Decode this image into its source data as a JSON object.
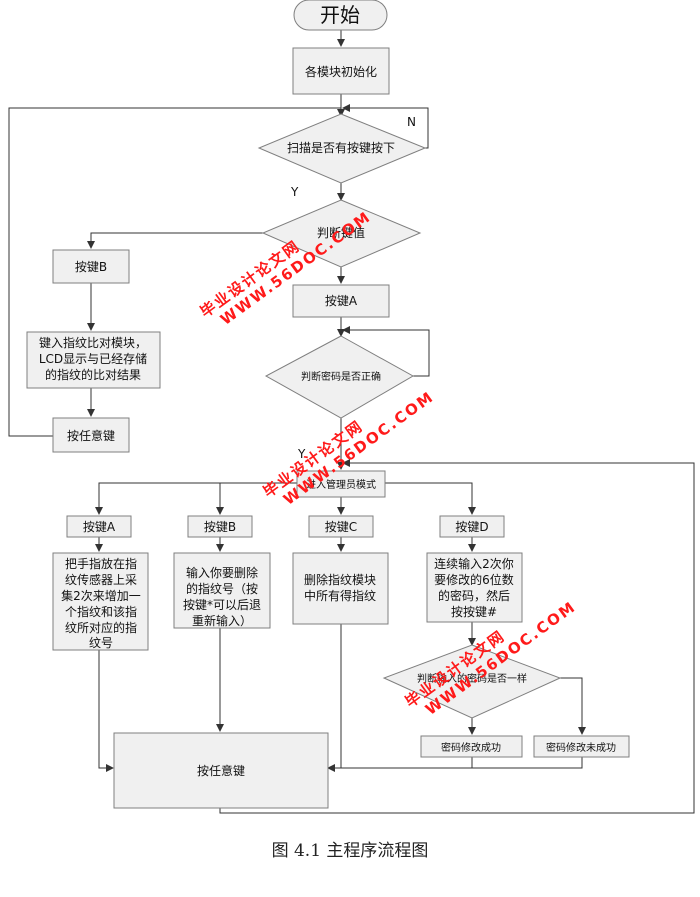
{
  "nodes": {
    "start": "开始",
    "init": "各模块初始化",
    "scan": "扫描是否有按键按下",
    "judge_key": "判断键值",
    "key_b_top": "按键B",
    "key_a_top": "按键A",
    "fp_compare_l1": "键入指纹比对模块，",
    "fp_compare_l2": "LCD显示与已经存储",
    "fp_compare_l3": "的指纹的比对结果",
    "check_pwd": "判断密码是否正确",
    "any_key_left": "按任意键",
    "admin_mode": "进入管理员模式",
    "key_a": "按键A",
    "key_b": "按键B",
    "key_c": "按键C",
    "key_d": "按键D",
    "add_fp_l1": "把手指放在指",
    "add_fp_l2": "纹传感器上采",
    "add_fp_l3": "集2次来增加一",
    "add_fp_l4": "个指纹和该指",
    "add_fp_l5": "纹所对应的指",
    "add_fp_l6": "纹号",
    "del_fp_l1": "输入你要删除",
    "del_fp_l2": "的指纹号（按",
    "del_fp_l3": "按键*可以后退",
    "del_fp_l4": "重新输入）",
    "del_all_l1": "删除指纹模块",
    "del_all_l2": "中所有得指纹",
    "new_pwd_l1": "连续输入2次你",
    "new_pwd_l2": "要修改的6位数",
    "new_pwd_l3": "的密码，然后",
    "new_pwd_l4": "按按键#",
    "same_pwd": "判断输入的密码是否一样",
    "pwd_ok": "密码修改成功",
    "pwd_fail": "密码修改未成功",
    "any_key_bottom": "按任意键"
  },
  "edge_labels": {
    "n": "N",
    "y1": "Y",
    "y2": "Y"
  },
  "watermarks": [
    {
      "line1": "毕业设计论文网",
      "line2": "WWW.56DOC.COM"
    },
    {
      "line1": "毕业设计论文网",
      "line2": "WWW.56DOC.COM"
    },
    {
      "line1": "毕业设计论文网",
      "line2": "WWW.56DOC.COM"
    }
  ],
  "caption": "图 4.1 主程序流程图"
}
